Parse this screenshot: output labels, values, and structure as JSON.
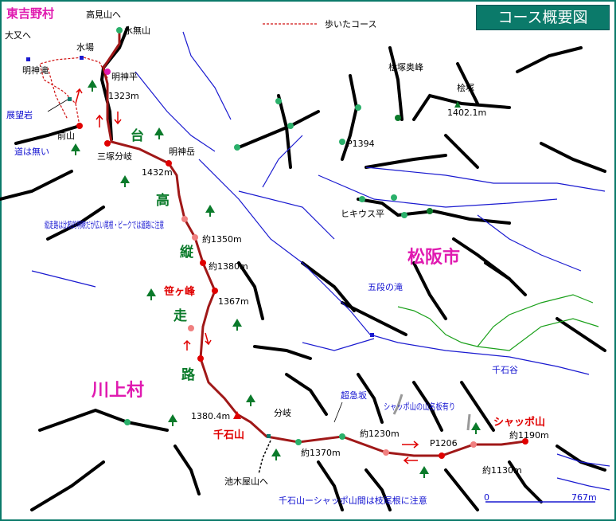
{
  "title_badge": "コース概要図",
  "village_east": "東吉野村",
  "legend_walked": "歩いたコース",
  "city": "松阪市",
  "village_kawakami": "川上村",
  "ridge_chars": [
    "台",
    "高",
    "縦",
    "走",
    "路"
  ],
  "labels": {
    "takamiyama": "高見山へ",
    "mizunashiyama": "水無山",
    "ohmata": "大又へ",
    "mizuba": "水場",
    "myojindaira": "明神平",
    "elev_1323": "1323m",
    "myojintaki": "明神滝",
    "tenbouiwa": "展望岩",
    "maeyama": "前山",
    "michi_nashi": "道は無い",
    "mitsuka": "三塚分岐",
    "myojindake": "明神岳",
    "elev_1432": "1432m",
    "note_ridge": "縦走路は比較的明瞭だが広い尾根・ピークでは道路に注意",
    "elev_1350": "約1350m",
    "elev_1380": "約1380m",
    "sasagamine": "笹ヶ峰",
    "elev_1367": "1367m",
    "elev_1380_4": "1380.4m",
    "sengokuyama": "千石山",
    "bunki": "分岐",
    "ikenokoya": "池木屋山へ",
    "elev_1370": "約1370m",
    "chokyuzaka": "超急坂",
    "elev_1230": "約1230m",
    "shappo_sign": "シャッポ山の山名板有り",
    "p1206": "P1206",
    "shapposan": "シャッポ山",
    "elev_1190": "約1190m",
    "elev_1130": "約1130m",
    "sengokudani": "千石谷",
    "godan_taki": "五段の滝",
    "kuwazuka_okumine": "桧塚奥峰",
    "kuwazuka": "桧塚",
    "elev_1402": "1402.1m",
    "p1394": "P1394",
    "hikiusu": "ヒキウス平",
    "bottom_note": "千石山ーシャッポ山間は枝尾根に注意",
    "scale_zero": "0",
    "scale_end": "767m"
  },
  "colors": {
    "route": "#a01818",
    "walked": "#d01010",
    "river": "#1a1ad0",
    "green_river": "#1aa01a",
    "border": "#0b7a6a"
  }
}
